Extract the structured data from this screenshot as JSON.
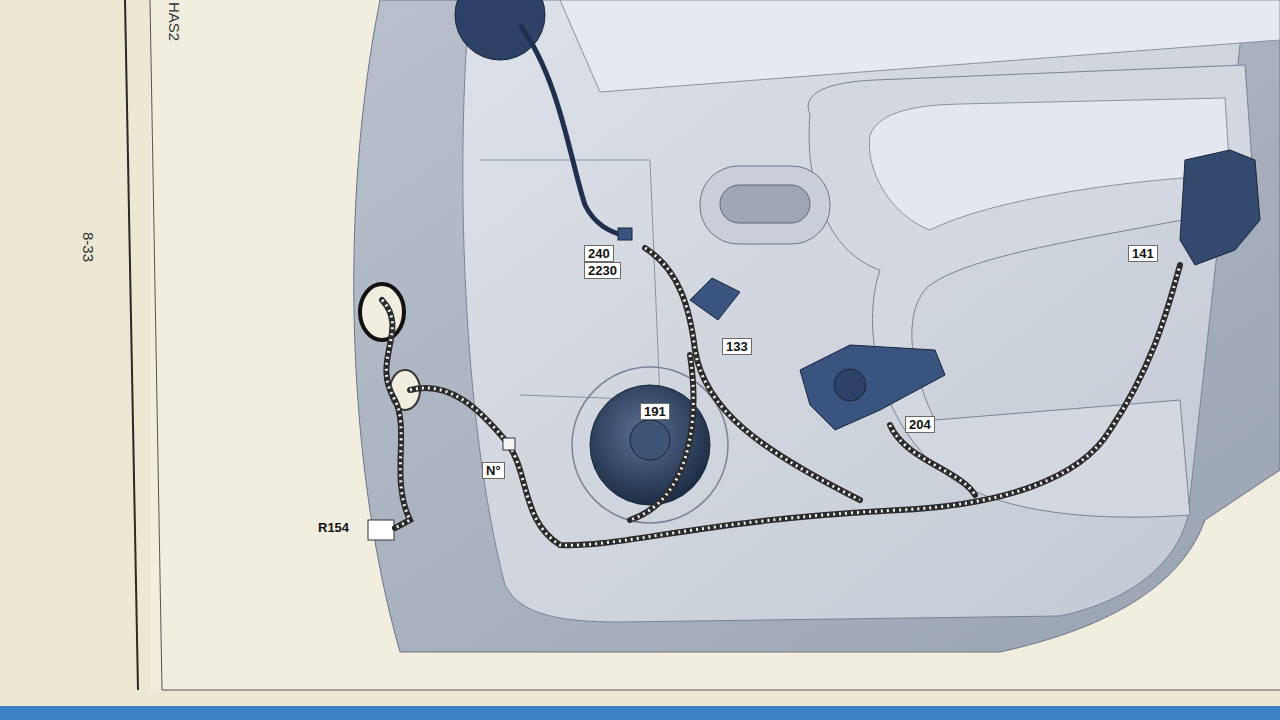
{
  "diagram": {
    "labels": [
      "8-33",
      "HAS2",
      "240",
      "2230",
      "133",
      "191",
      "204",
      "141",
      "R154",
      "N°"
    ]
  }
}
